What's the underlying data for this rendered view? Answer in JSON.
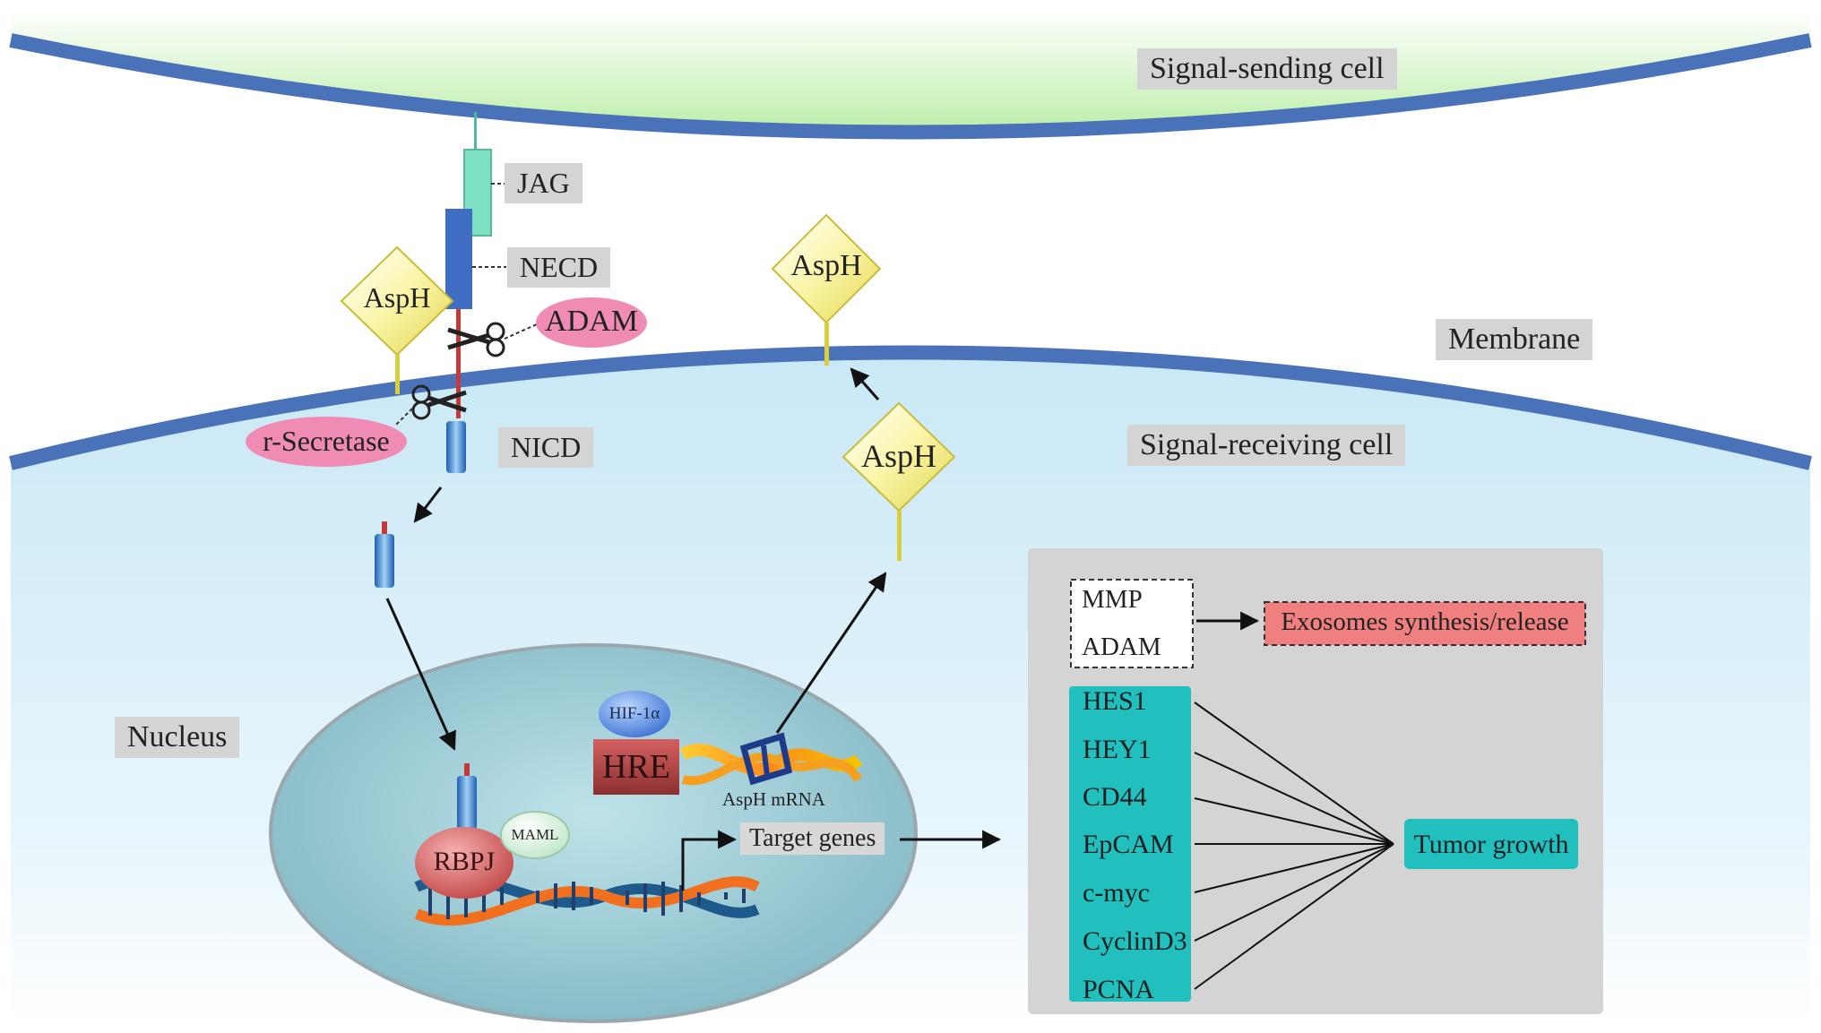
{
  "labels": {
    "signal_sending_cell": "Signal-sending cell",
    "membrane": "Membrane",
    "signal_receiving_cell": "Signal-receiving cell",
    "nucleus": "Nucleus",
    "jag": "JAG",
    "necd": "NECD",
    "adam_enzyme": "ADAM",
    "gamma_secretase": "r-Secretase",
    "nicd": "NICD",
    "asph_left": "AspH",
    "asph_mid": "AspH",
    "asph_top": "AspH",
    "hif": "HIF-1α",
    "hre": "HRE",
    "asph_mrna": "AspH mRNA",
    "rbpj": "RBPJ",
    "maml": "MAML",
    "target_genes": "Target genes"
  },
  "effects_panel": {
    "proteases": [
      "MMP",
      "ADAM"
    ],
    "exosomes": "Exosomes synthesis/release",
    "genes": [
      "HES1",
      "HEY1",
      "CD44",
      "EpCAM",
      "c-myc",
      "CyclinD3",
      "PCNA"
    ],
    "tumor_growth": "Tumor growth"
  },
  "colors": {
    "membrane": "#4a72b8",
    "sending_cell": "#c8f0ae",
    "receiving_cell": "#d6eef9",
    "nucleus": "#8fc3cf",
    "teal": "#22bfbf",
    "exosome_box": "#f08080",
    "asph": "#f6f09a",
    "adam_ellipse": "#f08cb4",
    "rbpj": "#d45a5a",
    "hre": "#b84a4a"
  }
}
